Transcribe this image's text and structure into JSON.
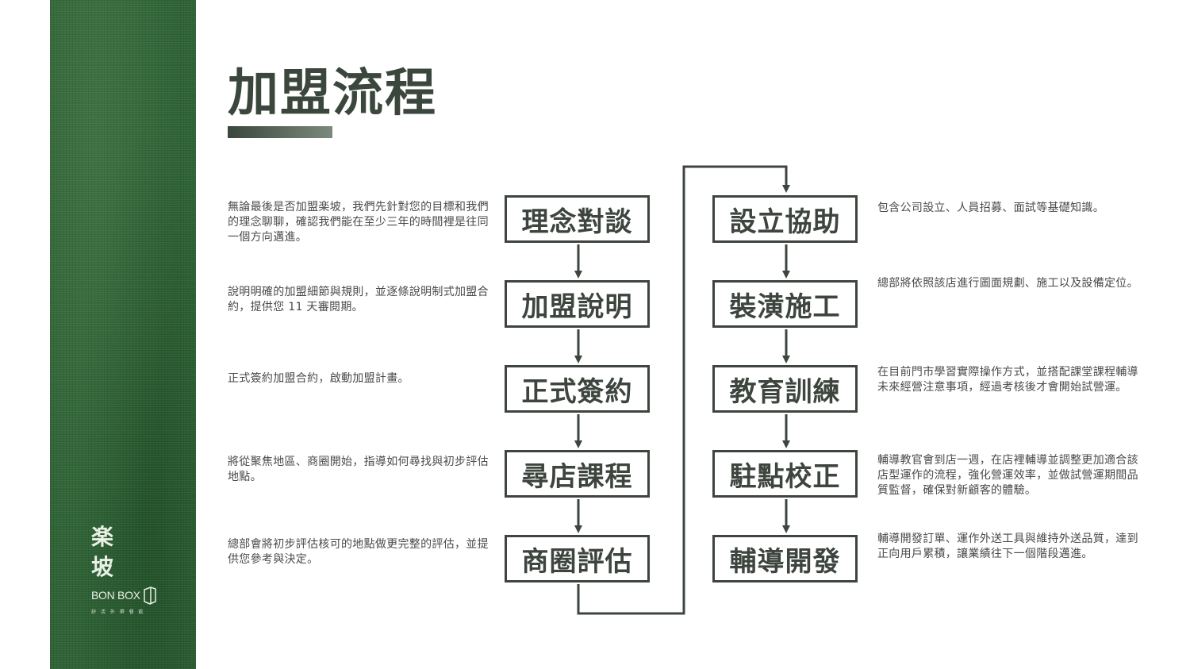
{
  "page": {
    "title": "加盟流程"
  },
  "brand": {
    "cn_top": "楽",
    "cn_bottom": "坡",
    "en": "BON BOX",
    "sub": "舒 活 外 帶 餐 飲"
  },
  "steps_left": [
    {
      "label": "理念對談",
      "desc": "無論最後是否加盟楽坡，我們先針對您的目標和我們的理念聊聊，確認我們能在至少三年的時間裡是往同一個方向邁進。"
    },
    {
      "label": "加盟說明",
      "desc": "說明明確的加盟細節與規則，並逐條說明制式加盟合約，提供您 11 天審閱期。"
    },
    {
      "label": "正式簽約",
      "desc": "正式簽約加盟合約，啟動加盟計畫。"
    },
    {
      "label": "尋店課程",
      "desc": "將從聚焦地區、商圈開始，指導如何尋找與初步評估地點。"
    },
    {
      "label": "商圈評估",
      "desc": "總部會將初步評估核可的地點做更完整的評估，並提供您參考與決定。"
    }
  ],
  "steps_right": [
    {
      "label": "設立協助",
      "desc": "包含公司設立、人員招募、面試等基礎知識。"
    },
    {
      "label": "裝潢施工",
      "desc": "總部將依照該店進行圖面規劃、施工以及設備定位。"
    },
    {
      "label": "教育訓練",
      "desc": "在目前門市學習實際操作方式，並搭配課堂課程輔導未來經營注意事項，經過考核後才會開始試營運。"
    },
    {
      "label": "駐點校正",
      "desc": "輔導教官會到店一週，在店裡輔導並調整更加適合該店型運作的流程，強化營運效率，並做試營運期間品質監督，確保對新顧客的體驗。"
    },
    {
      "label": "輔導開發",
      "desc": "輔導開發訂單、運作外送工具與維持外送品質，達到正向用戶累積，讓業績往下一個階段邁進。"
    }
  ],
  "colors": {
    "accent": "#3d453e",
    "sidebar": "#2f6336"
  }
}
